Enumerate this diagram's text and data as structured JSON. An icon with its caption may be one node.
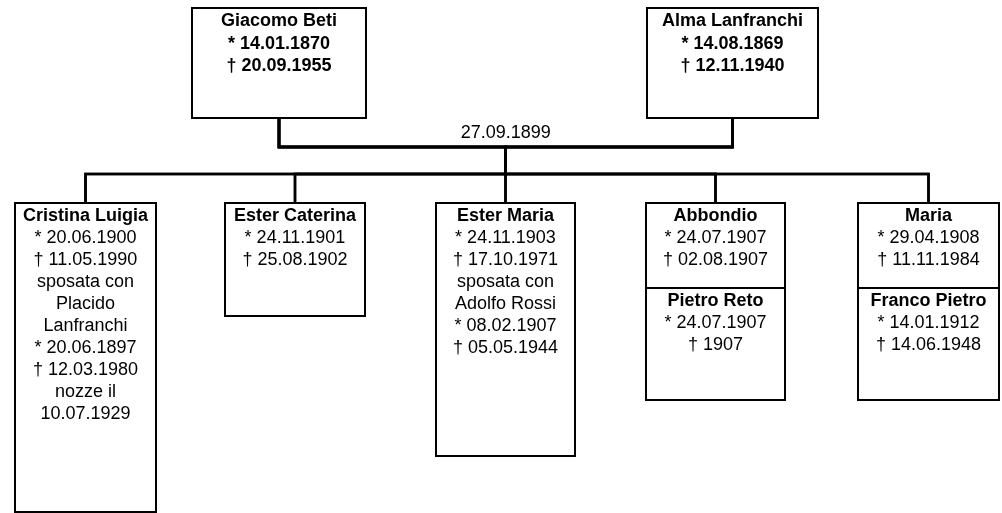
{
  "diagram": {
    "nodes": [
      {
        "text": [
          "Giacomo Beti",
          "* 14.01.1870",
          "† 20.09.1955"
        ]
      },
      {
        "text": [
          "Alma Lanfranchi",
          "* 14.08.1869",
          "† 12.11.1940"
        ]
      },
      {
        "text": [
          "Cristina Luigia",
          "* 20.06.1900",
          "† 11.05.1990",
          "sposata con Placido Lanfranchi",
          "* 20.06.1897",
          "† 12.03.1980",
          "nozze il 10.07.1929"
        ]
      },
      {
        "text": [
          "Ester Caterina",
          "* 24.11.1901",
          "† 25.08.1902"
        ]
      },
      {
        "text": [
          "Ester Maria",
          "* 24.11.1903",
          "† 17.10.1971",
          "sposata con Adolfo Rossi",
          "* 08.02.1907",
          "† 05.05.1944"
        ]
      },
      {
        "text": [
          "Abbondio",
          "* 24.07.1907",
          "† 02.08.1907"
        ]
      },
      {
        "text": [
          "Pietro Reto",
          "* 24.07.1907",
          "† 1907"
        ]
      },
      {
        "text": [
          "Maria",
          "* 29.04.1908",
          "† 11.11.1984"
        ]
      },
      {
        "text": [
          "Franco Pietro",
          "* 14.01.1912",
          "† 14.06.1948"
        ]
      }
    ],
    "edges": [
      {
        "from": 0,
        "to": 1,
        "arrow": "none",
        "label": "27.09.1899"
      },
      {
        "from": 0,
        "to": 2,
        "arrow": "none"
      },
      {
        "from": 1,
        "to": 2,
        "arrow": "none"
      },
      {
        "from": 0,
        "to": 3,
        "arrow": "none"
      },
      {
        "from": 1,
        "to": 3,
        "arrow": "none"
      },
      {
        "from": 0,
        "to": 4,
        "arrow": "none"
      },
      {
        "from": 1,
        "to": 4,
        "arrow": "none"
      },
      {
        "from": 0,
        "to": 5,
        "arrow": "none"
      },
      {
        "from": 1,
        "to": 5,
        "arrow": "none"
      },
      {
        "from": 0,
        "to": 7,
        "arrow": "none"
      },
      {
        "from": 1,
        "to": 7,
        "arrow": "none"
      }
    ]
  }
}
